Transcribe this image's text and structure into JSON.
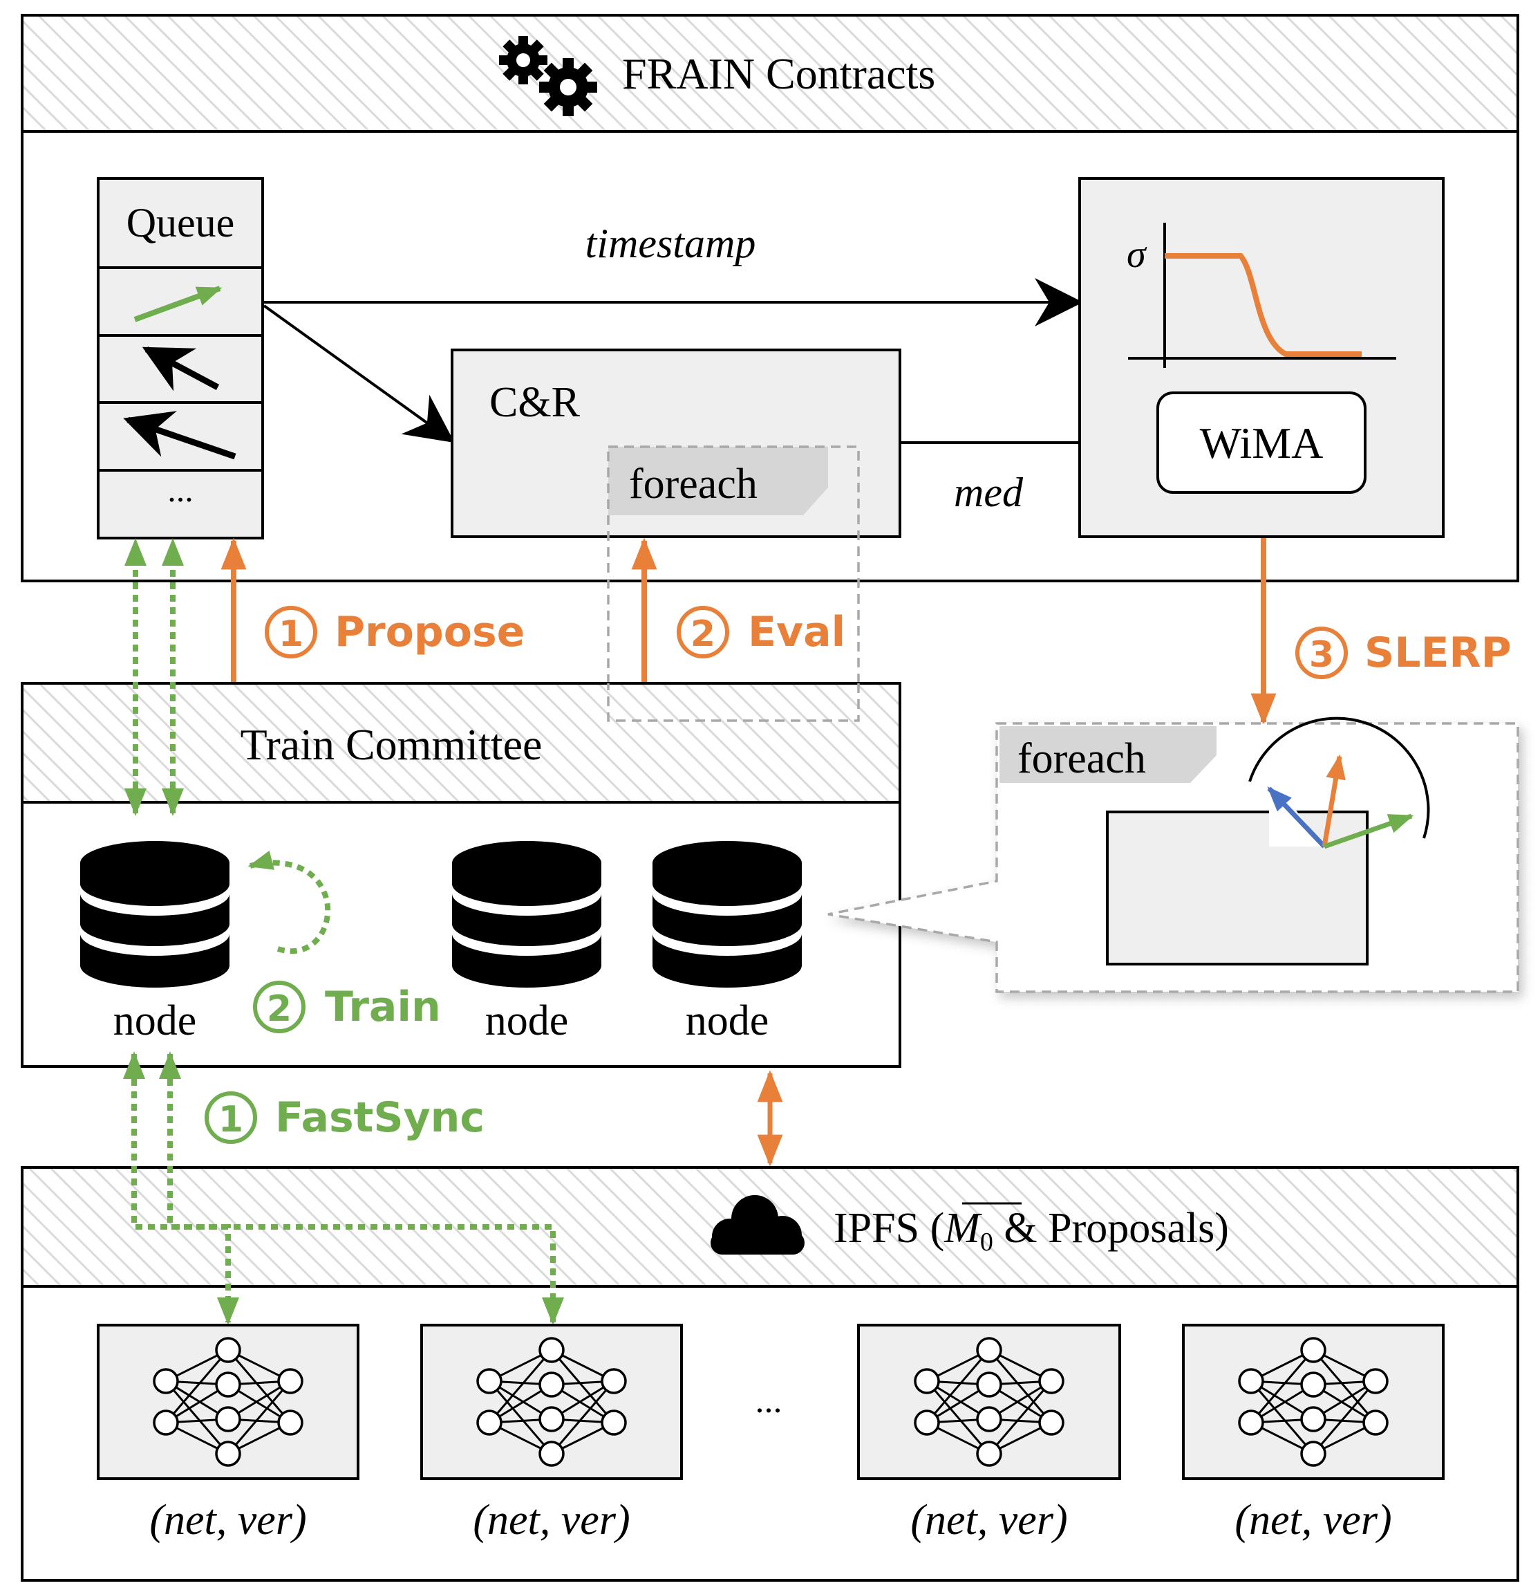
{
  "contracts": {
    "title": "FRAIN Contracts",
    "queue": {
      "title": "Queue",
      "more": "..."
    },
    "timestamp_label": "timestamp",
    "cr_label": "C&R",
    "foreach_label": "foreach",
    "med_label": "med",
    "sigma_label": "σ",
    "wima_label": "WiMA"
  },
  "steps": {
    "propose": {
      "number": "1",
      "label": "Propose"
    },
    "eval": {
      "number": "2",
      "label": "Eval"
    },
    "slerp": {
      "number": "3",
      "label": "SLERP"
    },
    "train": {
      "number": "2",
      "label": "Train"
    },
    "fastsync": {
      "number": "1",
      "label": "FastSync"
    }
  },
  "committee": {
    "title": "Train Committee",
    "nodes": [
      "node",
      "node",
      "node"
    ],
    "callout_foreach_label": "foreach"
  },
  "ipfs": {
    "title_prefix": "IPFS (",
    "title_symbol": "M",
    "title_subscript": "0",
    "title_suffix": " & Proposals)",
    "models": [
      "(net, ver)",
      "(net, ver)",
      "(net, ver)",
      "(net, ver)"
    ],
    "ellipsis": "..."
  },
  "colors": {
    "orange": "#e8803a",
    "green": "#6fad4f",
    "blue": "#4a72c4",
    "panel_gray": "#efefef",
    "foreach_tab": "#d6d6d6",
    "dashed_gray": "#a8a8a8"
  },
  "icons": [
    "gears-icon",
    "database-icon",
    "cloud-icon",
    "neural-network-icon",
    "loop-arrow-icon",
    "speech-callout"
  ]
}
